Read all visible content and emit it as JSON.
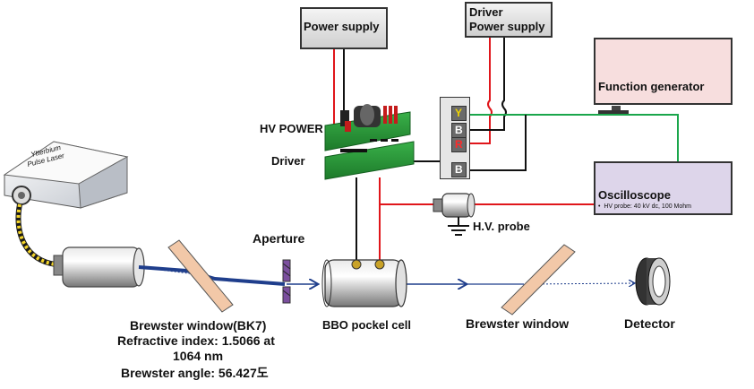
{
  "title": "",
  "components": {
    "power_supply": "Power supply",
    "driver_power_supply_line1": "Driver",
    "driver_power_supply_line2": "Power supply",
    "function_generator": "Function generator",
    "hv_power": "HV POWER",
    "driver": "Driver",
    "oscilloscope": "Oscilloscope",
    "oscilloscope_note": "HV probe: 40 kV dc, 100 Mohm",
    "hv_probe": "H.V. probe",
    "laser_line1": "Ytterbium",
    "laser_line2": "Pulse Laser",
    "aperture": "Aperture",
    "pockel_cell": "BBO  pockel cell",
    "brewster_window": "Brewster window",
    "detector": "Detector",
    "brewster_bk7_line1": "Brewster window(BK7)",
    "brewster_bk7_line2": "Refractive index: 1.5066 at",
    "brewster_bk7_line3": "1064 nm",
    "brewster_bk7_line4": "Brewster angle: 56.427도"
  },
  "connector": {
    "pin_y": "Y",
    "pin_b1": "B",
    "pin_r": "R",
    "pin_b2": "B"
  },
  "colors": {
    "red_wire": "#e0161b",
    "black_wire": "#111111",
    "green_wire": "#1aa64b",
    "beam": "#1f3e8c",
    "pcb": "#2f9a3c"
  }
}
